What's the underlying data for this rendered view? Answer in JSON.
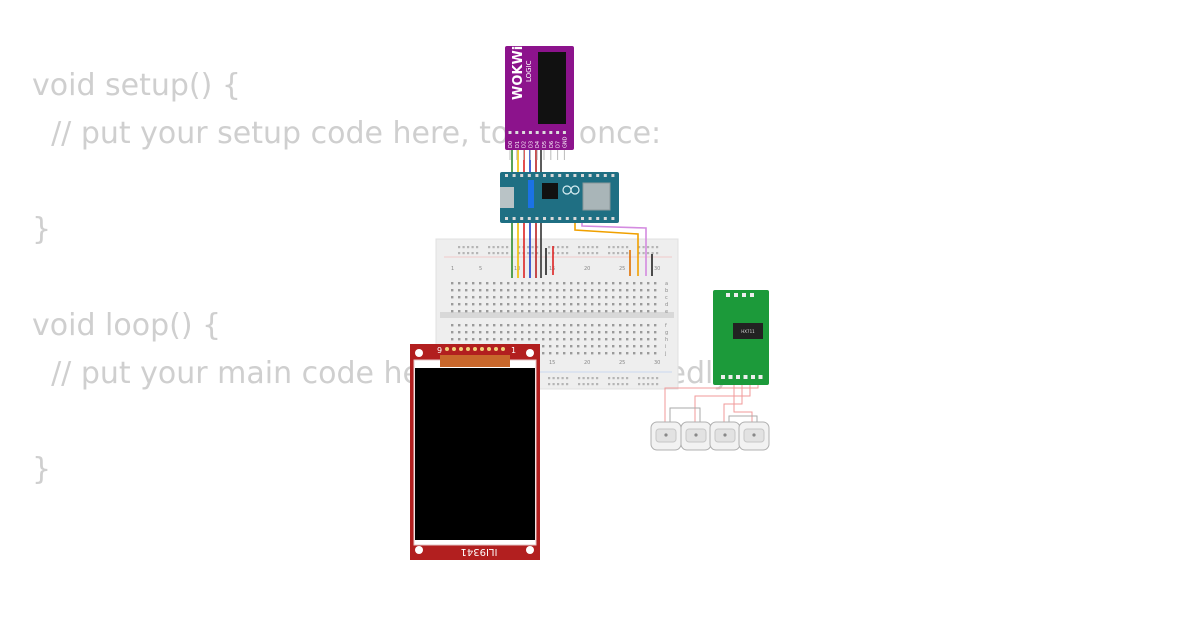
{
  "code": {
    "lines": [
      "void setup() {",
      "  // put your setup code here, to run once:",
      "",
      "}",
      "",
      "void loop() {",
      "  // put your main code here, to run repeatedly:",
      "",
      "}"
    ]
  },
  "logic_analyzer": {
    "brand": "WOKWi",
    "model": "LOGIC",
    "pins": [
      "D0",
      "D1",
      "D2",
      "D3",
      "D4",
      "D5",
      "D6",
      "D7",
      "GND"
    ],
    "color": "#8c138c"
  },
  "arduino": {
    "board_color": "#1f6f83"
  },
  "breadboard": {
    "top_numbers": [
      "1",
      "5",
      "10",
      "15",
      "20",
      "25",
      "30"
    ],
    "bottom_numbers": [
      "15",
      "20",
      "25",
      "30"
    ],
    "rows_top": [
      "a",
      "b",
      "c",
      "d",
      "e"
    ],
    "rows_bottom": [
      "f",
      "g",
      "h",
      "i",
      "j"
    ]
  },
  "display": {
    "label": "ILI9341",
    "pin_left": "9",
    "pin_right": "1",
    "color": "#b21f1f"
  },
  "hx711": {
    "chip": "HX711",
    "color": "#1c9a3a"
  }
}
